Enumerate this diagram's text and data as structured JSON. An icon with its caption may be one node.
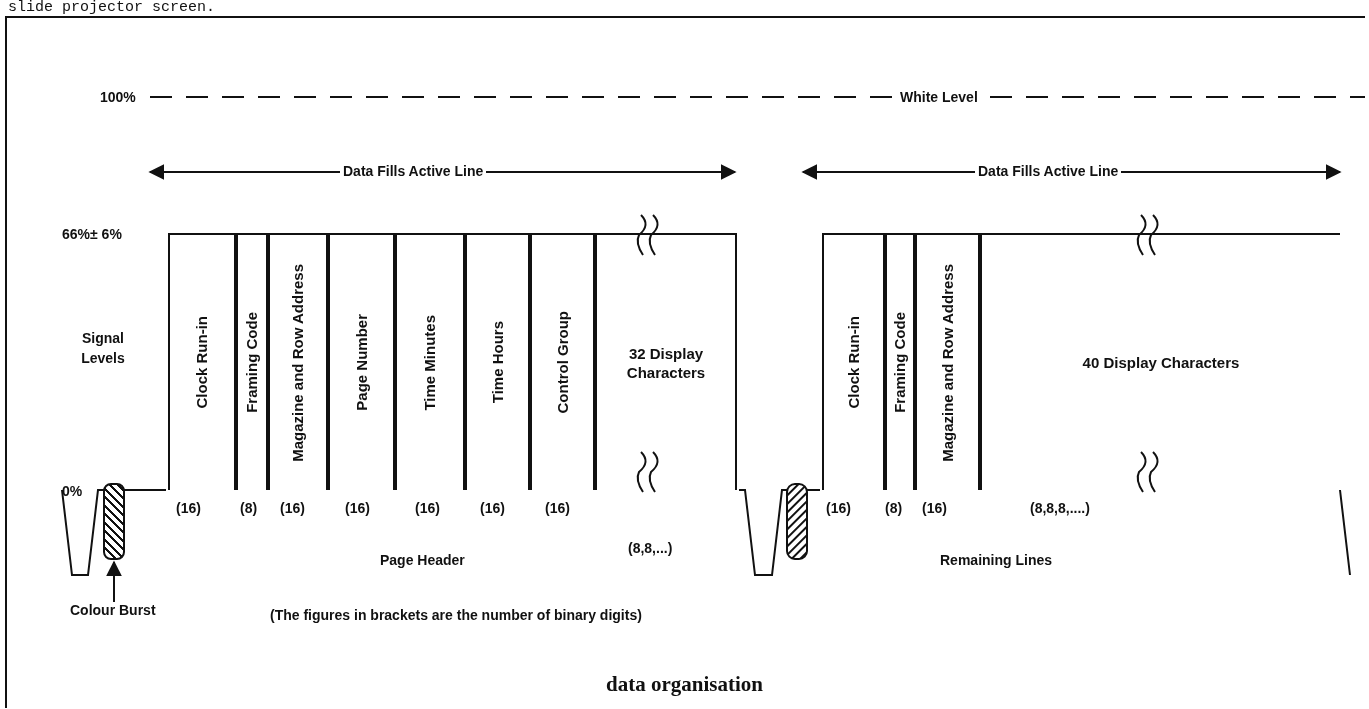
{
  "diagram": {
    "caption": "data organisation",
    "nodes": [
      {
        "text": [
          "Clock Run-in"
        ],
        "beside": [
          "(16)"
        ]
      },
      {
        "text": [
          "Framing Code"
        ],
        "beside": [
          "(8)"
        ]
      },
      {
        "text": [
          "Magazine and Row Address"
        ],
        "beside": [
          "(16)"
        ]
      },
      {
        "text": [
          "Page Number"
        ],
        "beside": [
          "(16)"
        ]
      },
      {
        "text": [
          "Time Minutes"
        ],
        "beside": [
          "(16)"
        ]
      },
      {
        "text": [
          "Time Hours"
        ],
        "beside": [
          "(16)"
        ]
      },
      {
        "text": [
          "Control Group"
        ],
        "beside": [
          "(16)"
        ]
      },
      {
        "text": [
          "32 Display Characters"
        ],
        "beside": [
          "(8,8,...)"
        ]
      },
      {
        "text": [
          "Clock Run-in"
        ],
        "beside": [
          "(16)"
        ]
      },
      {
        "text": [
          "Framing Code"
        ],
        "beside": [
          "(8)"
        ]
      },
      {
        "text": [
          "Magazine and Row Address"
        ],
        "beside": [
          "(16)"
        ]
      },
      {
        "text": [
          "40 Display Characters"
        ],
        "beside": [
          "(8,8,8,....)"
        ]
      },
      {
        "text": [
          "Colour Burst"
        ]
      },
      {
        "text": [],
        "shape": "box"
      }
    ],
    "edges": [
      {
        "from": 12,
        "to": 13,
        "arrow": "to"
      }
    ],
    "labels": [
      "slide projector screen.",
      "100%",
      "White Level",
      "Data Fills Active Line",
      "Data Fills Active Line",
      "66%± 6%",
      "Signal Levels",
      "0%",
      "Page Header",
      "Remaining Lines",
      "(The figures in brackets are the number of binary digits)"
    ]
  }
}
